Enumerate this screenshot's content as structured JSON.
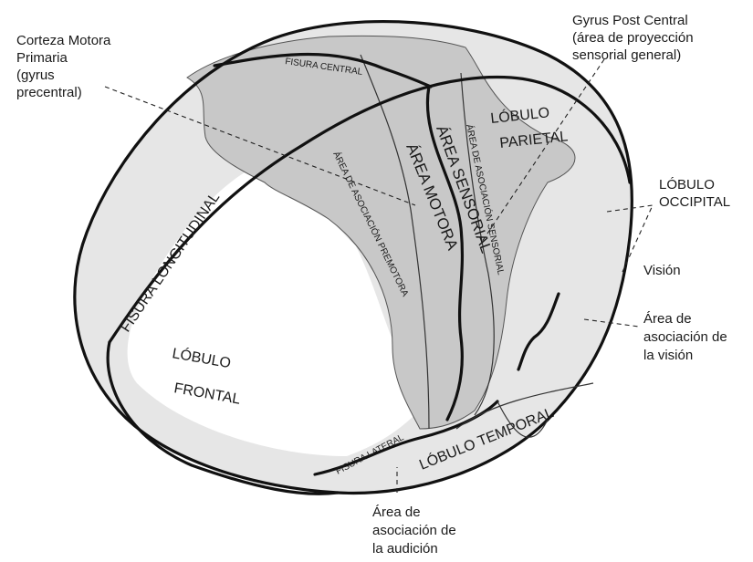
{
  "external_labels": {
    "corteza_motora": [
      "Corteza Motora",
      "Primaria",
      "(gyrus",
      "precentral)"
    ],
    "gyrus_post_central": [
      "Gyrus Post Central",
      "(área de proyección",
      "sensorial general)"
    ],
    "lobulo_occipital": [
      "LÓBULO",
      "OCCIPITAL"
    ],
    "vision": "Visión",
    "asociacion_vision": [
      "Área de",
      "asociación de",
      "la visión"
    ],
    "asociacion_audicion": [
      "Área de",
      "asociación de",
      "la audición"
    ]
  },
  "regions": {
    "fisura_central": "FISURA CENTRAL",
    "fisura_longitudinal": "FISURA LONGITUDINAL",
    "fisura_lateral": "FISURA LATERAL",
    "area_motora": "ÁREA MOTORA",
    "area_sensorial": "ÁREA SENSORIAL",
    "asociacion_premotora": "ÁREA DE ASOCIACIÓN PREMOTORA",
    "asociacion_sensorial": "ÁREA DE ASOCIACIÓN SENSORIAL",
    "lobulo_parietal_1": "LÓBULO",
    "lobulo_parietal_2": "PARIETAL",
    "lobulo_frontal_1": "LÓBULO",
    "lobulo_frontal_2": "FRONTAL",
    "lobulo_temporal": "LÓBULO TEMPORAL"
  }
}
